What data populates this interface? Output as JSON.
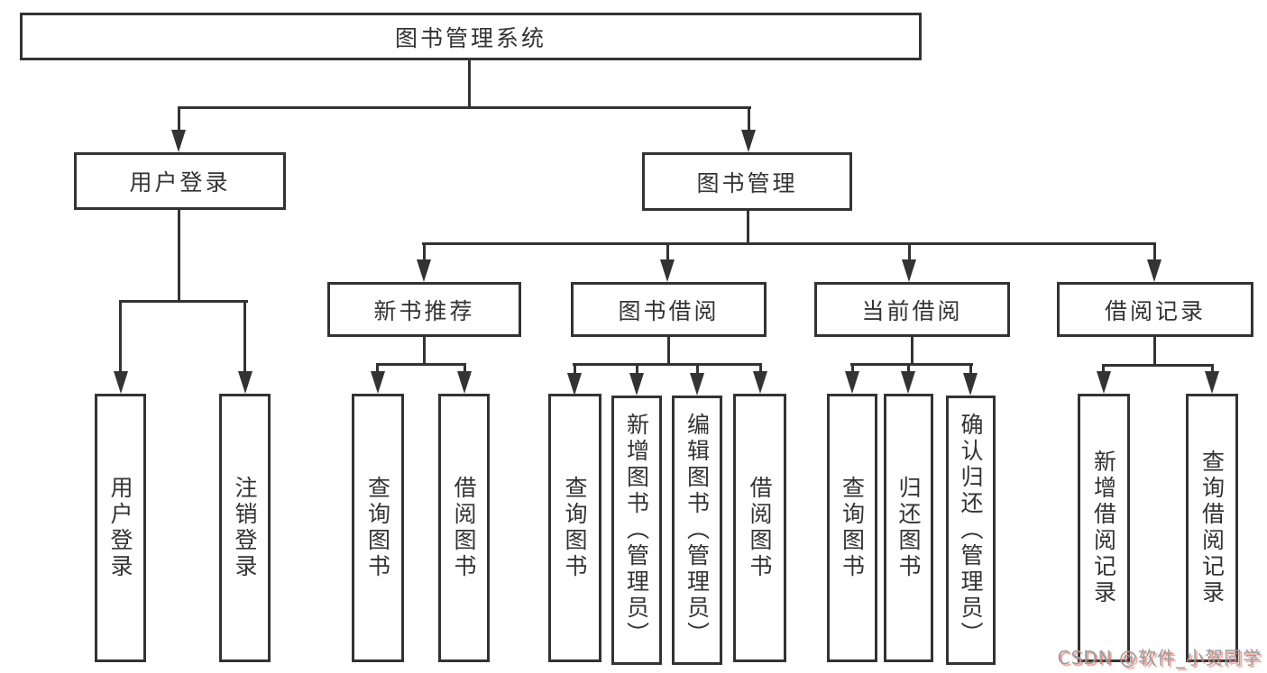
{
  "diagram": {
    "root": {
      "label": "图书管理系统"
    },
    "level2": {
      "user_login": {
        "label": "用户登录"
      },
      "book_management": {
        "label": "图书管理"
      }
    },
    "level3": {
      "new_book_recommend": {
        "label": "新书推荐"
      },
      "book_borrowing": {
        "label": "图书借阅"
      },
      "current_borrowing": {
        "label": "当前借阅"
      },
      "borrowing_records": {
        "label": "借阅记录"
      }
    },
    "leaves": {
      "user_login_action": {
        "label": "用户登录"
      },
      "logout_action": {
        "label": "注销登录"
      },
      "query_books_recommend": {
        "label": "查询图书"
      },
      "borrow_books_recommend": {
        "label": "借阅图书"
      },
      "query_books_borrowing": {
        "label": "查询图书"
      },
      "add_books_admin": {
        "label": "新增图书（管理员）"
      },
      "edit_books_admin": {
        "label": "编辑图书（管理员）"
      },
      "borrow_books": {
        "label": "借阅图书"
      },
      "query_books_current": {
        "label": "查询图书"
      },
      "return_books": {
        "label": "归还图书"
      },
      "confirm_return_admin": {
        "label": "确认归还（管理员）"
      },
      "add_borrow_record": {
        "label": "新增借阅记录"
      },
      "query_borrow_record": {
        "label": "查询借阅记录"
      }
    }
  },
  "watermark": {
    "text": "CSDN @软件_小贺同学"
  },
  "colors": {
    "line": "#333333",
    "text": "#333333",
    "background": "#ffffff",
    "watermark_gray": "#979ca4",
    "watermark_red": "#fc5531"
  }
}
